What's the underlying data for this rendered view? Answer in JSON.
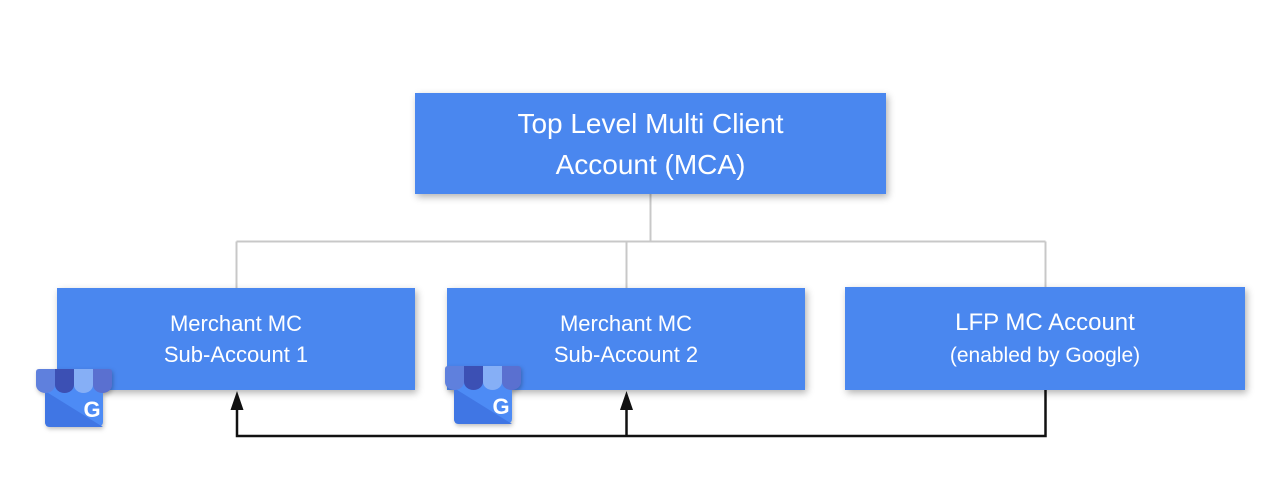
{
  "diagram": {
    "type": "org-hierarchy",
    "nodes": {
      "mca": {
        "line1": "Top Level Multi Client",
        "line2": "Account (MCA)"
      },
      "sub1": {
        "line1": "Merchant MC",
        "line2": "Sub-Account 1"
      },
      "sub2": {
        "line1": "Merchant MC",
        "line2": "Sub-Account 2"
      },
      "lfp": {
        "line1": "LFP MC Account",
        "line2": "(enabled by Google)"
      }
    },
    "edges": {
      "gray_tree": "MCA connects down to Sub-Account 1, Sub-Account 2 and LFP MC Account",
      "black_arrows": "LFP MC Account connects with arrows pointing up into Sub-Account 1 and Sub-Account 2"
    },
    "icons": {
      "google_business_letter": "G"
    },
    "colors": {
      "node_fill": "#4a87ef",
      "node_text": "#ffffff",
      "connector_gray": "#c8c8c8",
      "connector_black": "#111111",
      "awning_stripe_1": "#5f80dd",
      "awning_stripe_2": "#3c50b4",
      "awning_stripe_3": "#86aff6",
      "awning_stripe_4": "#5a70d0"
    }
  }
}
